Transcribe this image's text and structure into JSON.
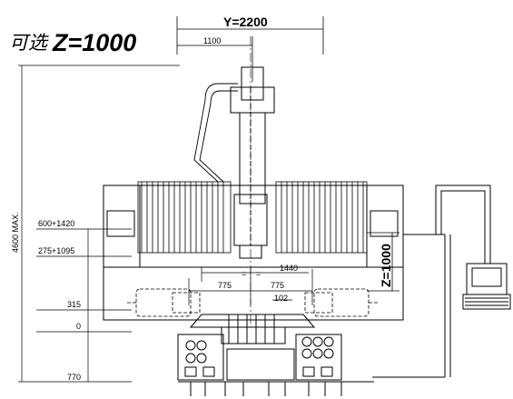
{
  "header": {
    "optional_prefix": "可选",
    "z_option": "Z=1000"
  },
  "dimensions": {
    "y_travel": "Y=2200",
    "offset_1100": "1100",
    "overall_height": "4600 MAX.",
    "h_600_1420": "600+1420",
    "h_275_1095": "275+1095",
    "h_315": "315",
    "h_0": "0",
    "h_770": "770",
    "span_1440": "1440",
    "half_left_775": "775",
    "half_right_775": "775",
    "slot_102": "102",
    "z_travel": "Z=1000",
    "eq_left": "=",
    "eq_right": "="
  }
}
